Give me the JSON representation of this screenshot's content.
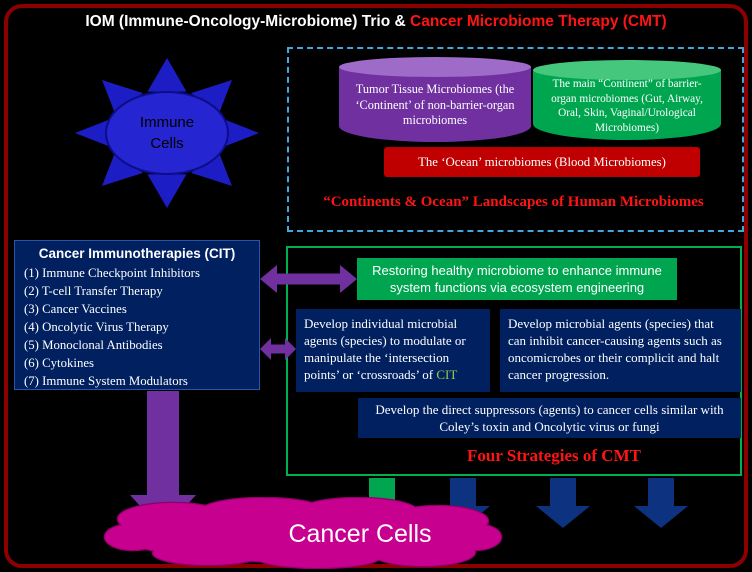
{
  "title": {
    "part1": "IOM (Immune-Oncology-Microbiome) Trio & ",
    "part2": "Cancer Microbiome Therapy (CMT)"
  },
  "immune_cells": {
    "line1": "Immune",
    "line2": "Cells"
  },
  "microbiomes": {
    "purple_cylinder": "Tumor Tissue Microbiomes (the ‘Continent’ of non-barrier-organ microbiomes",
    "green_cylinder": "The main “Continent” of barrier-organ microbiomes (Gut, Airway, Oral, Skin, Vaginal/Urological Microbiomes)",
    "red_bar": "The ‘Ocean’ microbiomes (Blood Microbiomes)",
    "caption": "“Continents & Ocean” Landscapes of Human Microbiomes"
  },
  "cit": {
    "title": "Cancer Immunotherapies (CIT)",
    "items": [
      "(1) Immune Checkpoint Inhibitors",
      "(2) T-cell Transfer Therapy",
      "(3) Cancer Vaccines",
      "(4) Oncolytic Virus Therapy",
      "(5) Monoclonal Antibodies",
      "(6) Cytokines",
      "(7) Immune System Modulators"
    ]
  },
  "cmt": {
    "restore": "Restoring healthy microbiome to enhance immune system functions via ecosystem engineering",
    "strategy1_pre": "Develop individual microbial agents (species) to modulate or manipulate the ‘intersection points’ or ‘crossroads’ of ",
    "strategy1_highlight": "CIT",
    "strategy2": "Develop microbial agents (species) that can inhibit cancer-causing agents such as oncomicrobes or their complicit and halt cancer progression.",
    "strategy3": "Develop the direct suppressors (agents) to cancer cells similar with Coley’s toxin and Oncolytic virus or fungi",
    "caption": "Four Strategies of CMT"
  },
  "cancer_cells": {
    "label": "Cancer Cells"
  },
  "colors": {
    "background": "#000000",
    "frame_red": "#8B0000",
    "title_red": "#FF1414",
    "starburst_blue": "#1D1DC6",
    "purple": "#7030A0",
    "green": "#00A64F",
    "navy": "#002060",
    "magenta": "#C7008F",
    "dashed_border_blue": "#3FA9DC",
    "highlight_green": "#92D050",
    "red_bar": "#C00000"
  }
}
